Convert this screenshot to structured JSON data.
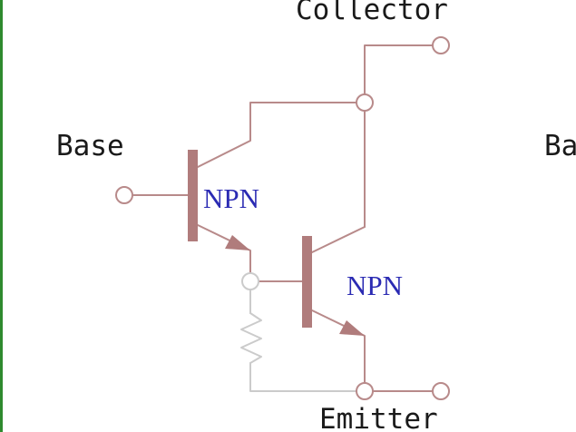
{
  "labels": {
    "collector": "Collector",
    "base": "Base",
    "emitter": "Emitter",
    "cut_right": "Ba"
  },
  "transistors": [
    {
      "type": "NPN"
    },
    {
      "type": "NPN"
    }
  ],
  "colors": {
    "wire": "#b88a8a",
    "body": "#b07c7c",
    "wire_faint": "#cbcbcb",
    "npn_text": "#2b2bb3",
    "label_text": "#1a1a1a",
    "left_edge": "#2f8a2f"
  }
}
